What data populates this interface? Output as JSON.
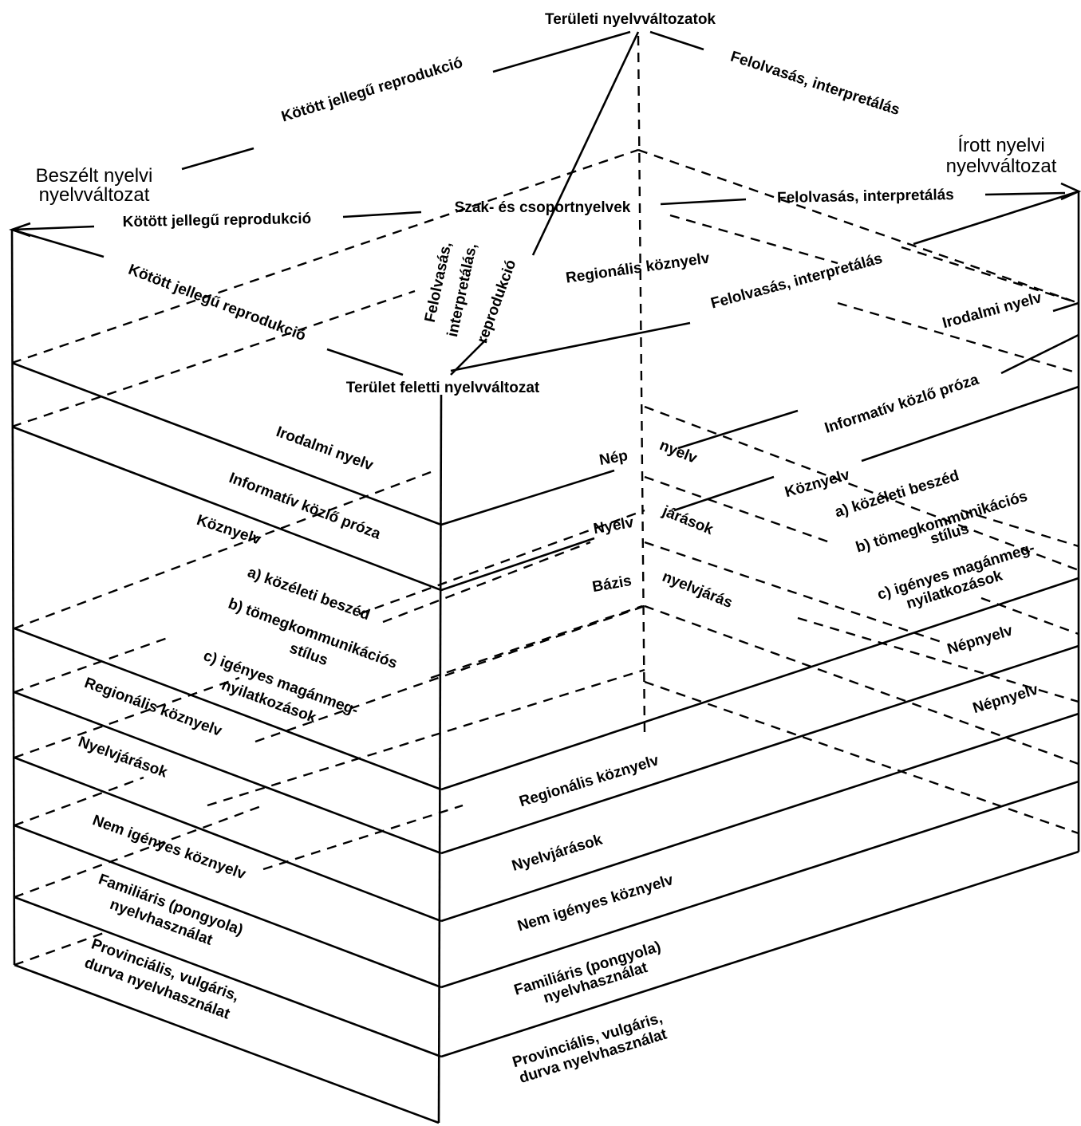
{
  "corners": {
    "top": "Területi nyelvváltozatok",
    "left_line1": "Beszélt nyelvi",
    "left_line2": "nyelvváltozat",
    "right_line1": "Írott nyelvi",
    "right_line2": "nyelvváltozat",
    "center": "Terület feletti nyelvváltozat"
  },
  "top_face": {
    "koltott_1": "Kötött jellegű reprodukció",
    "koltott_2": "Kötött jellegű reprodukció",
    "koltott_3": "Kötött jellegű reprodukció",
    "felolvasas_1": "Felolvasás, interpretálás",
    "felolvasas_2": "Felolvasás, interpretálás",
    "felolvasas_3": "Felolvasás, interpretálás",
    "szak": "Szak- és csoportnyelvek",
    "diag_line1": "Felolvasás,",
    "diag_line2": "interpretálás,",
    "diag_line3": "reprodukció",
    "regionalis": "Regionális köznyelv",
    "irodalmi": "Irodalmi nyelv"
  },
  "left_face": {
    "irodalmi": "Irodalmi nyelv",
    "informativ": "Informatív közlő próza",
    "koznyelv": "Köznyelv",
    "a": "a) közéleti beszéd",
    "b1": "b) tömegkommunikációs",
    "b2": "stílus",
    "c1": "c) igényes magánmeg-",
    "c2": "nyilatkozások",
    "regionalis": "Regionális köznyelv",
    "nyelvjarasok": "Nyelvjárások",
    "nem_igenyes": "Nem igényes köznyelv",
    "familiaris1": "Familiáris (pongyola)",
    "familiaris2": "nyelvhasználat",
    "provincialis1": "Provinciális, vulgáris,",
    "provincialis2": "durva nyelvhasználat"
  },
  "inner": {
    "nep": "Nép",
    "nyelv": "nyelv",
    "nyelv2": "Nyelv",
    "jarasok": "járások",
    "bazis": "Bázis",
    "nyelvjaras": "nyelvjárás"
  },
  "right_face": {
    "informativ": "Informatív közlő próza",
    "koznyelv": "Köznyelv",
    "a": "a) közéleti beszéd",
    "b1": "b) tömegkommunikációs",
    "b2": "stílus",
    "c1": "c) igényes magánmeg-",
    "c2": "nyilatkozások",
    "nepnyelv_1": "Népnyelv",
    "nepnyelv_2": "Népnyelv",
    "regionalis": "Regionális köznyelv",
    "nyelvjarasok": "Nyelvjárások",
    "nem_igenyes": "Nem igényes köznyelv",
    "familiaris1": "Familiáris (pongyola)",
    "familiaris2": "nyelvhasználat",
    "provincialis1": "Provinciális, vulgáris,",
    "provincialis2": "durva nyelvhasználat"
  }
}
